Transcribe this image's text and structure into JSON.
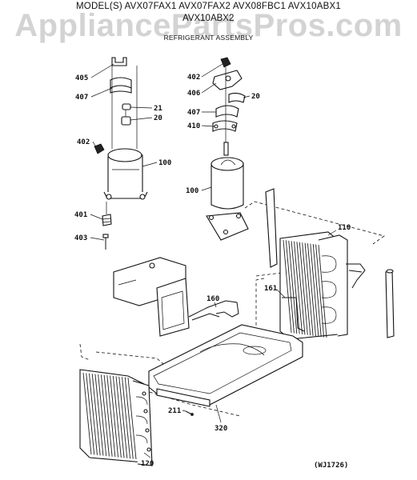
{
  "header": {
    "models_line1": "MODEL(S) AVX07FAX1 AVX07FAX2 AVX08FBC1 AVX10ABX1",
    "models_line2": "AVX10ABX2",
    "title": "REFRIGERANT ASSEMBLY"
  },
  "watermark": "AppliancePartsPros.com",
  "drawing_code": "(WJ1726)",
  "callouts": {
    "c405": "405",
    "c407a": "407",
    "c21": "21",
    "c20a": "20",
    "c402a": "402",
    "c100a": "100",
    "c401": "401",
    "c403": "403",
    "c402b": "402",
    "c406": "406",
    "c20b": "20",
    "c407b": "407",
    "c410": "410",
    "c100b": "100",
    "c110": "110",
    "c161": "161",
    "c160": "160",
    "c211": "211",
    "c320": "320",
    "c120": "120"
  }
}
